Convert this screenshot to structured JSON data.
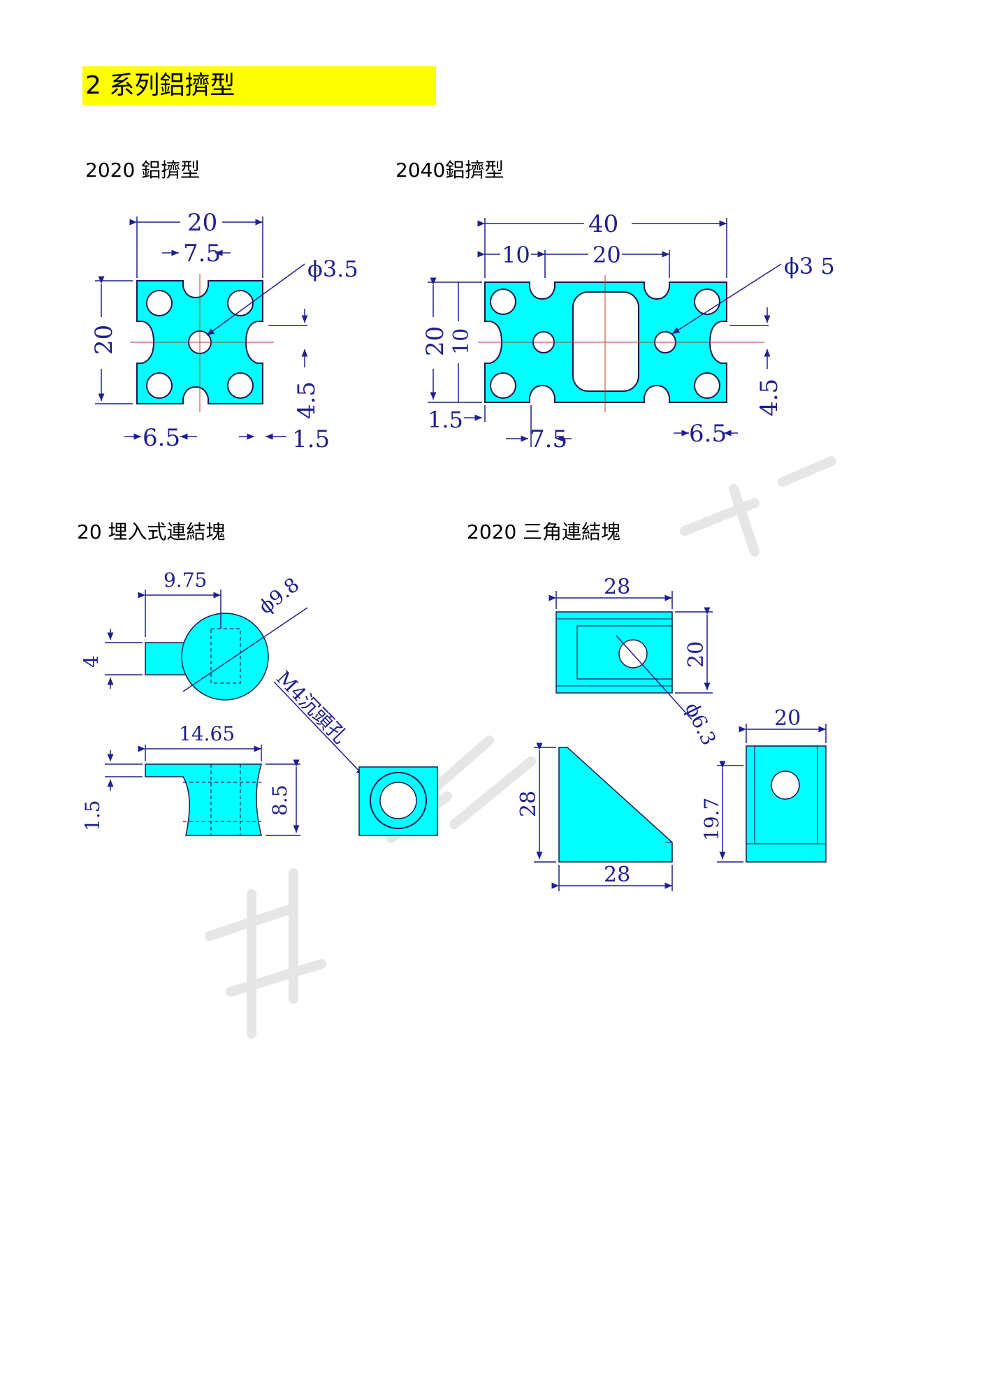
{
  "page": {
    "heading": "2 系列鋁擠型"
  },
  "sections": {
    "s2020": {
      "caption": "2020 鋁擠型"
    },
    "s2040": {
      "caption": "2040鋁擠型"
    },
    "embed": {
      "caption": "20 埋入式連結塊"
    },
    "tri": {
      "caption": "2020 三角連結塊"
    }
  },
  "dims": {
    "p2020": {
      "w": "20",
      "slot": "7.5",
      "hole": "ϕ3.5",
      "h": "20",
      "depth": "4.5",
      "lip": "6.5",
      "wall": "1.5"
    },
    "p2040": {
      "w": "40",
      "a": "10",
      "b": "20",
      "hole": "ϕ3 5",
      "h": "20",
      "mid": "10",
      "wall": "1.5",
      "slot": "7.5",
      "lip": "6.5",
      "depth": "4.5"
    },
    "emb": {
      "w": "9.75",
      "dia": "ϕ9.8",
      "t": "4",
      "len": "14.65",
      "h": "8.5",
      "base": "1.5",
      "note": "M4沉頭孔"
    },
    "tri": {
      "top_w": "28",
      "top_h": "20",
      "hole": "ϕ6.3",
      "side_w": "28",
      "side_h": "28",
      "front_w": "20",
      "front_h": "19.7"
    }
  },
  "colors": {
    "part_fill": "#00ffff",
    "part_stroke": "#1a1a4a",
    "dim": "#1f1f8f",
    "highlight": "#ffff00"
  }
}
